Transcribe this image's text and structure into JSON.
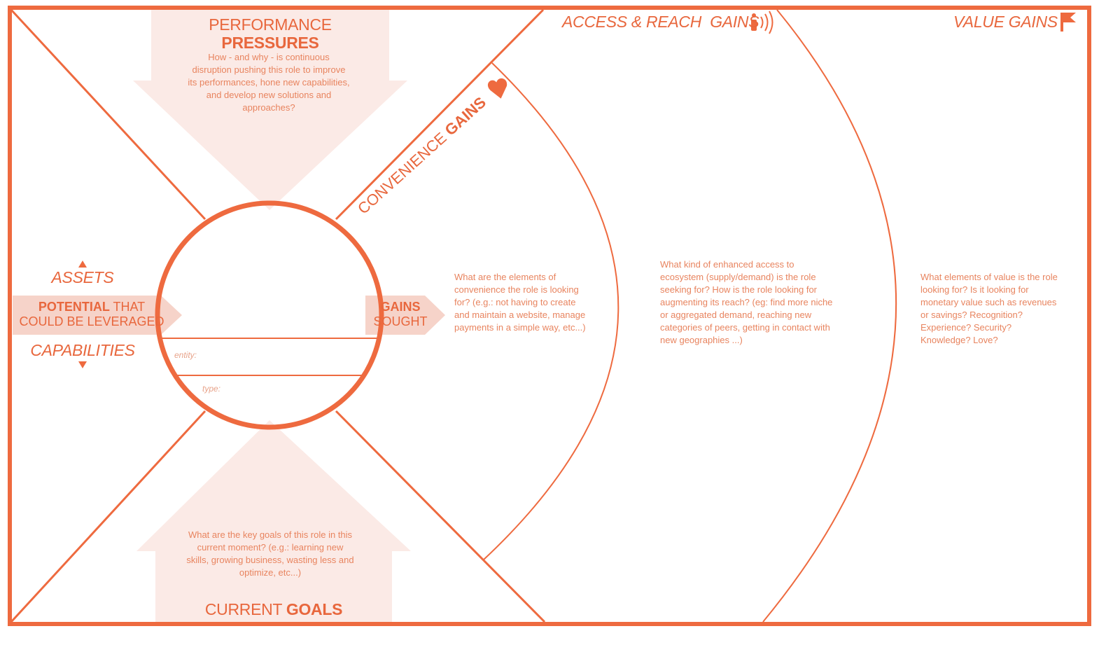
{
  "colors": {
    "accent": "#EE6A3F",
    "pale": "#FBEAE6",
    "mid": "#F6D3C9"
  },
  "pressures": {
    "title_1": "PERFORMANCE",
    "title_2": "PRESSURES",
    "question": "How - and why - is continuous disruption pushing this role to improve its performances, hone new capabilities, and develop new solutions and approaches?"
  },
  "goals": {
    "title_1": "CURRENT",
    "title_2": "GOALS",
    "question": "What are the key goals of this role in this current moment? (e.g.: learning new skills, growing business, wasting less and optimize, etc...)"
  },
  "potential": {
    "assets": "ASSETS",
    "bold": "POTENTIAL",
    "rest_1": " THAT",
    "rest_2": "COULD BE LEVERAGED",
    "capabilities": "CAPABILITIES"
  },
  "gains_sought": {
    "line_1": "GAINS",
    "line_2": "SOUGHT"
  },
  "role": {
    "entity_label": "entity:",
    "type_label": "type:"
  },
  "convenience": {
    "title_1": "CONVENIENCE",
    "title_2": "GAINS",
    "icon": "heart-icon",
    "question": "What are the elements of convenience the role is looking for? (e.g.: not having to create and maintain a website, manage payments in a simple way, etc...)"
  },
  "access": {
    "title": "ACCESS & REACH  GAINS",
    "icon": "broadcast-person-icon",
    "question": "What kind of enhanced access to ecosystem (supply/demand) is the role seeking for? How is the role looking for augmenting its reach? (eg: find more niche or aggregated demand, reaching new categories of peers, getting in contact with new geographies ...)"
  },
  "value": {
    "title": "VALUE GAINS",
    "icon": "flag-icon",
    "question": "What elements of value is the role looking for? Is it looking for monetary value such as revenues or savings? Recognition? Experience? Security? Knowledge? Love?"
  }
}
